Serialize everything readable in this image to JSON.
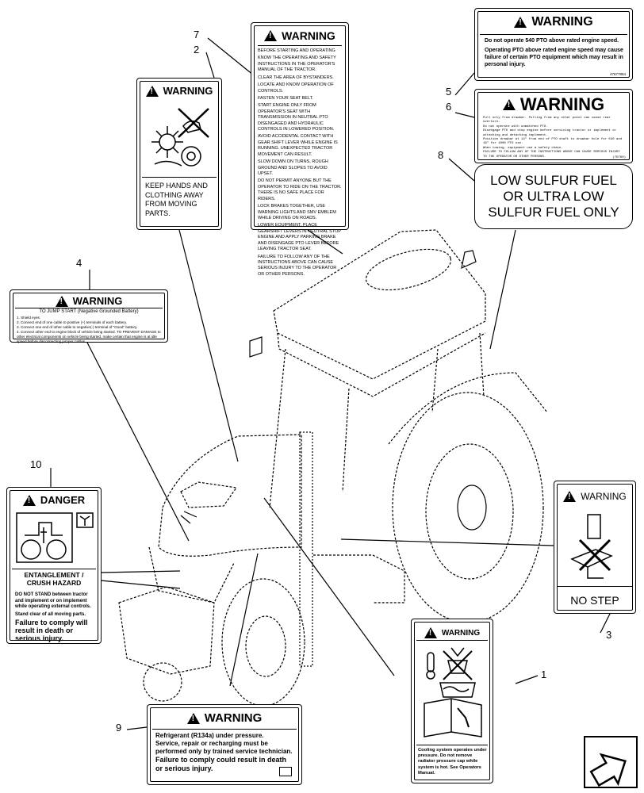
{
  "callouts": [
    "7",
    "2",
    "4",
    "10",
    "9",
    "5",
    "6",
    "8",
    "1",
    "3"
  ],
  "decal7": {
    "title": "WARNING",
    "lines": [
      "BEFORE STARTING AND OPERATING",
      "KNOW THE OPERATING AND SAFETY INSTRUCTIONS IN THE OPERATOR'S MANUAL OF THE TRACTOR.",
      "CLEAR THE AREA OF BYSTANDERS.",
      "LOCATE AND KNOW OPERATION OF CONTROLS.",
      "FASTEN YOUR SEAT BELT.",
      "START ENGINE ONLY FROM OPERATOR'S SEAT WITH TRANSMISSION IN NEUTRAL PTO DISENGAGED AND HYDRAULIC CONTROLS IN LOWERED POSITION.",
      "AVOID ACCIDENTAL CONTACT WITH GEAR SHIFT LEVER WHILE ENGINE IS RUNNING. UNEXPECTED TRACTOR MOVEMENT CAN RESULT.",
      "SLOW DOWN ON TURNS, ROUGH GROUND AND SLOPES TO AVOID UPSET.",
      "DO NOT PERMIT ANYONE BUT THE OPERATOR TO RIDE ON THE TRACTOR. THERE IS NO SAFE PLACE FOR RIDERS.",
      "LOCK BRAKES TOGETHER, USE WARNING LIGHTS AND SMV EMBLEM WHILE DRIVING ON ROADS.",
      "LOWER EQUIPMENT, PLACE GEARSHIFT LEVERS IN NEUTRAL STOP ENGINE AND APPLY PARKING BRAKE AND DISENGAGE PTO LEVER BEFORE LEAVING TRACTOR SEAT.",
      "FAILURE TO FOLLOW ANY OF THE INSTRUCTIONS ABOVE CAN CAUSE SERIOUS INJURY TO THE OPERATOR OR OTHER PERSONS."
    ]
  },
  "decal2": {
    "title": "WARNING",
    "text": "KEEP HANDS AND CLOTHING AWAY FROM MOVING PARTS."
  },
  "decal4": {
    "title": "WARNING",
    "subtitle": "TO JUMP START   (Negative Grounded Battery)",
    "lines": [
      "1. Shield eyes.",
      "2. Connect end of one cable to positive (+) terminals of each battery.",
      "3. Connect one end of other cable to negative(-) terminal of \"Good\" battery.",
      "4. Connect other end to engine block of vehicle being started. TO PREVENT DAMAGE to other electrical components on vehicle being started, make certain that engine is at idle speed before disconnecting jumper cables."
    ]
  },
  "decal10": {
    "title": "DANGER",
    "heading": "ENTANGLEMENT / CRUSH HAZARD",
    "bullet1": "DO NOT STAND between tractor and implement or on implement while operating external controls.",
    "bullet2": "Stand clear of all moving parts.",
    "footer": "Failure to comply will result in death or serious injury."
  },
  "decal9": {
    "title": "WARNING",
    "line1": "Refrigerant (R134a) under pressure.",
    "line2": "Service, repair or recharging must be performed only by trained service technician.",
    "line3": "Failure to comply could result in death or serious injury."
  },
  "decal5": {
    "title": "WARNING",
    "bullet1": "Do not operate 540 PTO above rated engine speed.",
    "bullet2": "Operating PTO above rated engine speed may cause failure of certain PTO equipment which may result in personal injury.",
    "code": "47677854"
  },
  "decal6": {
    "title": "WARNING",
    "lines": [
      "Pull only from drawbar. Pulling from any other point can cause rear overturn.",
      "Do not operate with unmatched PTO.",
      "Disengage PTO and stop engine before servicing tractor or implement or attaching and detaching implement.",
      "Position drawbar at 14\" from end of PTO shaft to drawbar hole for 540 and 16\" for 1000 PTO use.",
      "When towing, equipment use a safety chain.",
      "FAILURE TO FOLLOW ANY OF THE INSTRUCTIONS ABOVE CAN CAUSE SERIOUS INJURY TO THE OPERATOR OR OTHER PERSONS."
    ],
    "code": "(7D700)"
  },
  "decal8": {
    "line1": "LOW SULFUR FUEL",
    "line2": "OR ULTRA LOW",
    "line3": "SULFUR FUEL ONLY"
  },
  "decal3": {
    "title": "WARNING",
    "text": "NO STEP"
  },
  "decal1": {
    "title": "WARNING",
    "text": "Cooling system operates under pressure. Do not remove radiator pressure cap while system is hot. See Operators Manual."
  }
}
